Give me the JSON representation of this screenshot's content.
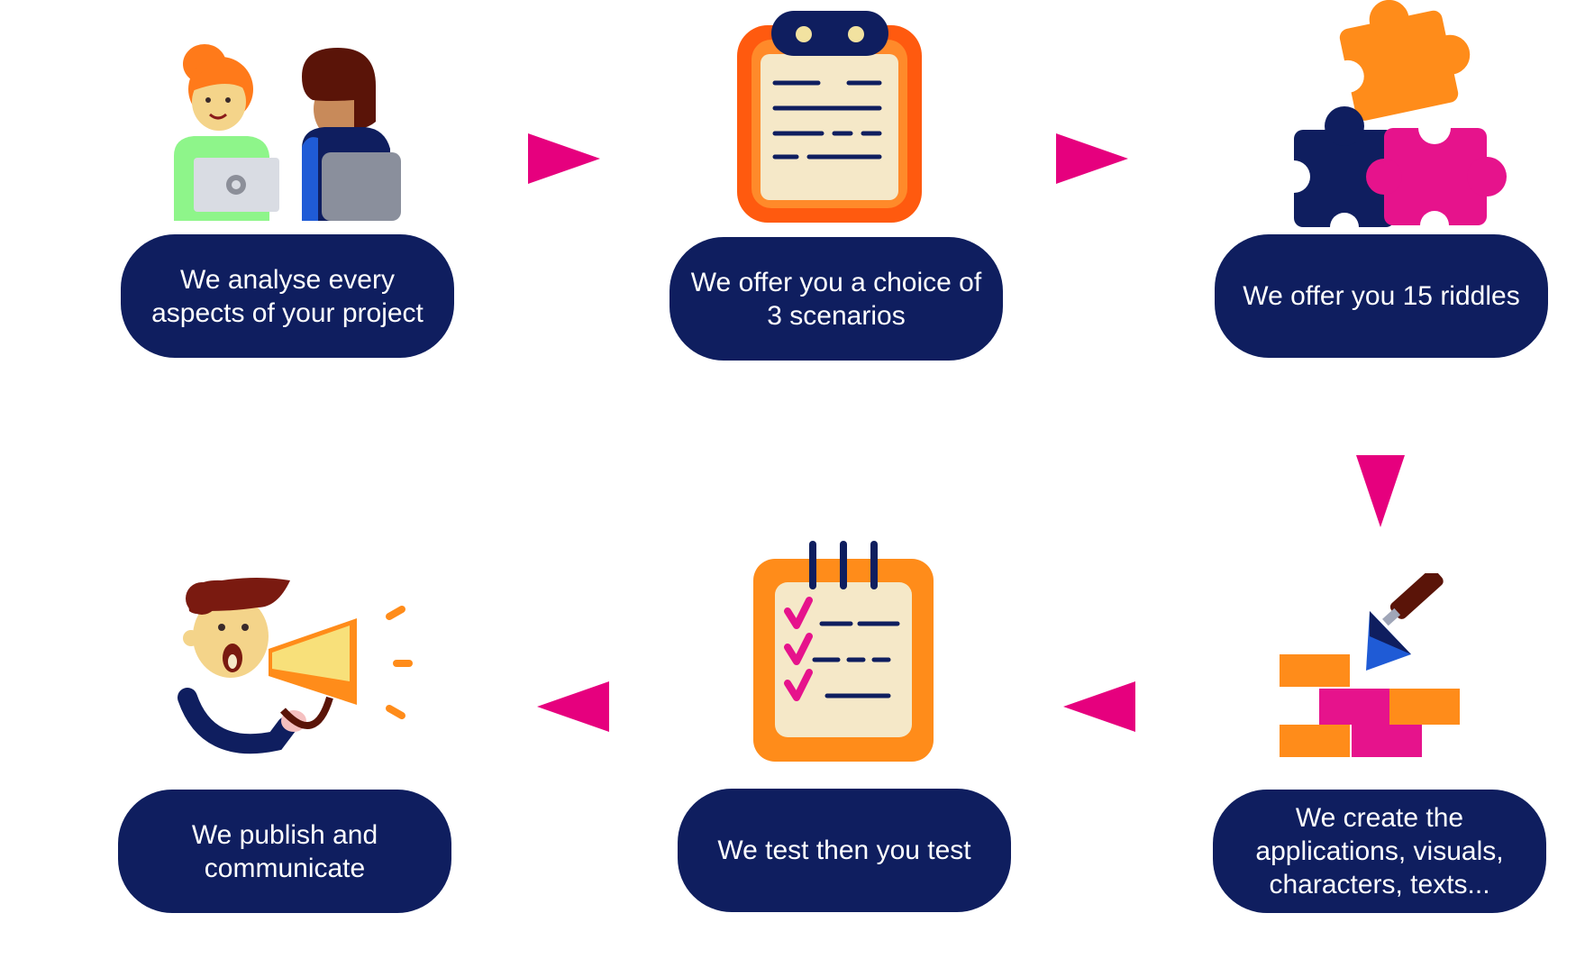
{
  "steps": [
    {
      "id": "analyse",
      "text": "We analyse every aspects of your project",
      "icon": "team-laptop-icon"
    },
    {
      "id": "scenarios",
      "text": "We offer you a choice of 3 scenarios",
      "icon": "clipboard-icon"
    },
    {
      "id": "riddles",
      "text": "We offer you 15 riddles",
      "icon": "puzzle-icon"
    },
    {
      "id": "create",
      "text": "We create the applications, visuals, characters, texts...",
      "icon": "trowel-bricks-icon"
    },
    {
      "id": "test",
      "text": "We test then you test",
      "icon": "checklist-icon"
    },
    {
      "id": "publish",
      "text": "We publish and communicate",
      "icon": "megaphone-icon"
    }
  ],
  "colors": {
    "pill": "#0f1e5f",
    "arrow": "#e6007e",
    "orange": "#ff8c1a",
    "magenta": "#e6138c",
    "navy": "#0f1e5f"
  }
}
